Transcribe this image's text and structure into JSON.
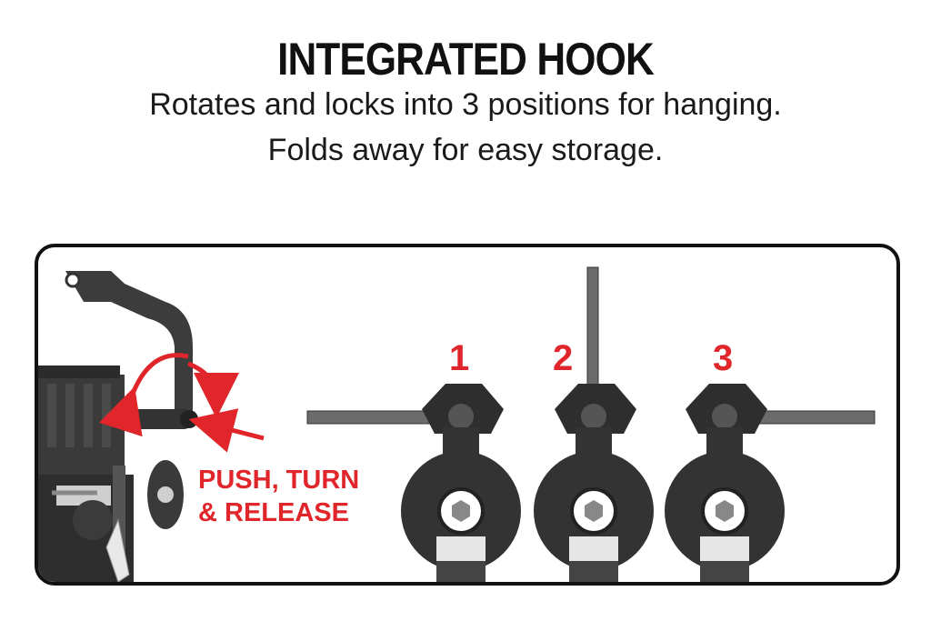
{
  "header": {
    "title": "INTEGRATED HOOK",
    "subtitle_line1": "Rotates and locks into 3 positions for hanging.",
    "subtitle_line2": "Folds away for easy storage."
  },
  "illustration": {
    "instruction_line1": "PUSH, TURN",
    "instruction_line2": "& RELEASE",
    "positions": [
      "1",
      "2",
      "3"
    ],
    "accent_color": "#e0262b",
    "device_color": "#3a3a3a"
  }
}
